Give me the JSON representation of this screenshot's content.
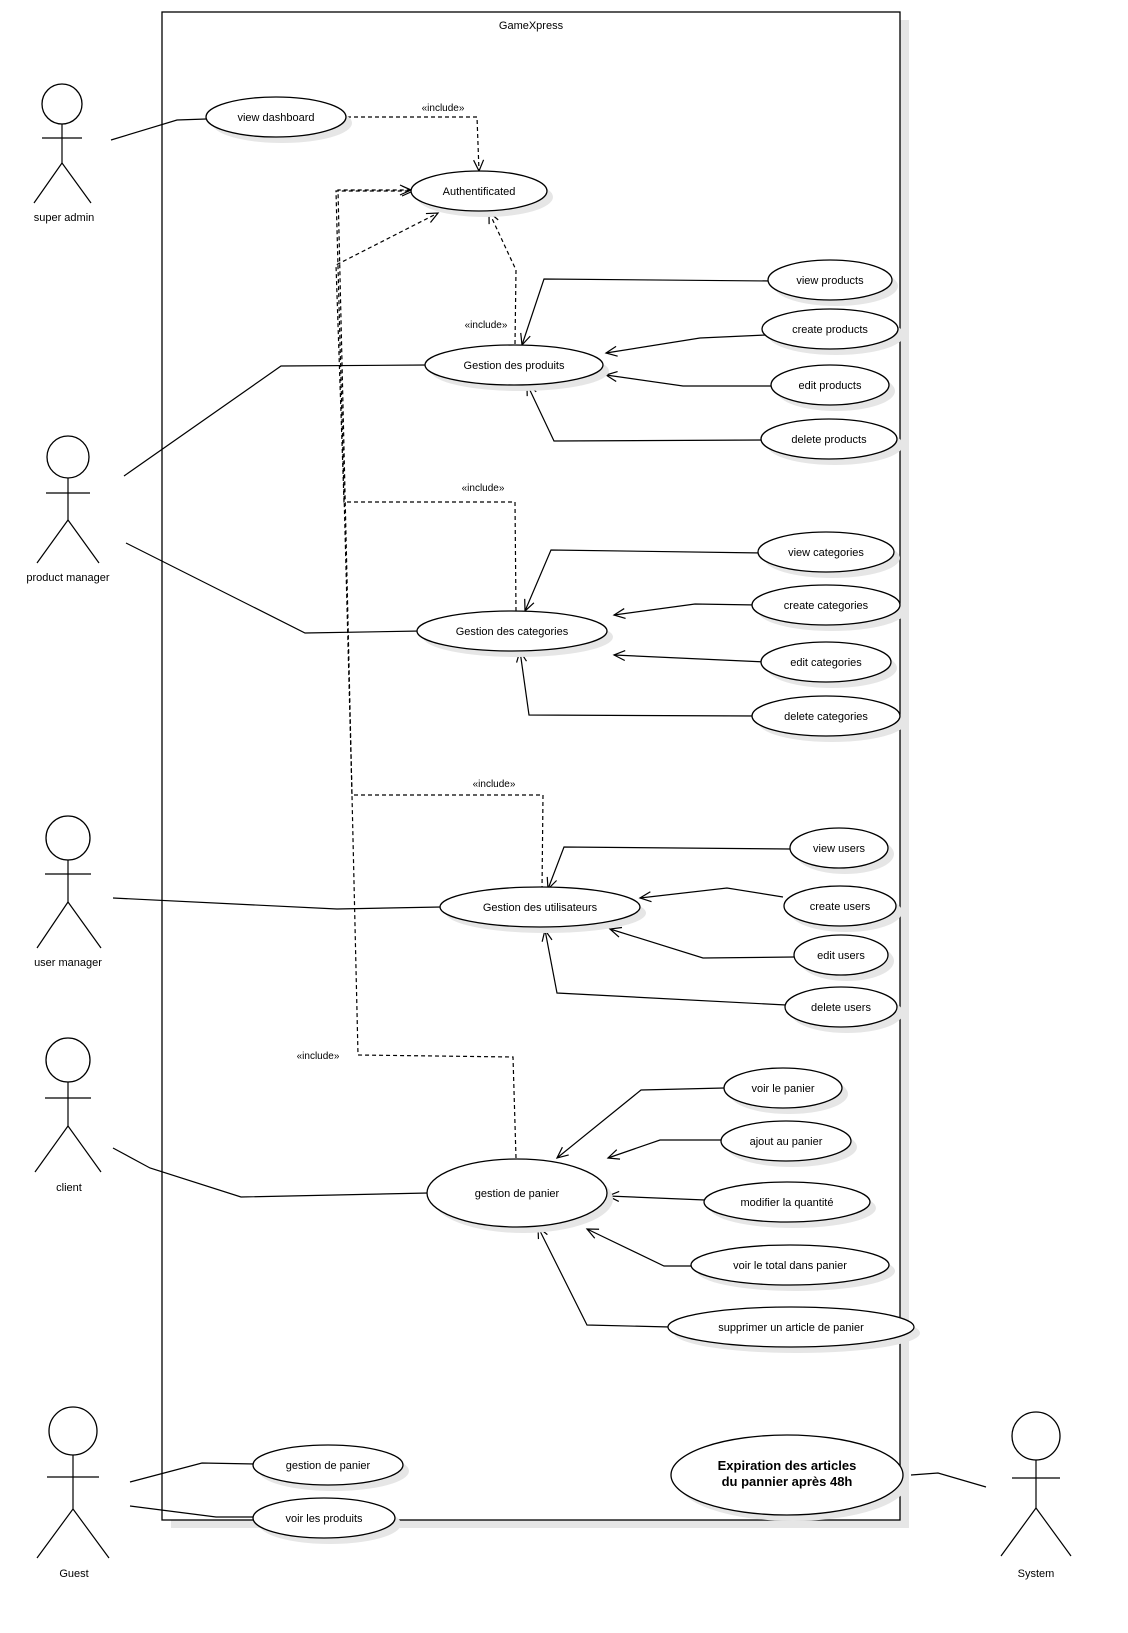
{
  "system": {
    "title": "GameXpress"
  },
  "actors": {
    "super_admin": "super admin",
    "product_manager": "product manager",
    "user_manager": "user manager",
    "client": "client",
    "guest": "Guest",
    "system": "System"
  },
  "stereotype": "«include»",
  "use_cases": {
    "view_dashboard": "view dashboard",
    "authentificated": "Authentificated",
    "gestion_produits": "Gestion des produits",
    "view_products": "view products",
    "create_products": "create products",
    "edit_products": "edit products",
    "delete_products": "delete products",
    "gestion_categories": "Gestion des categories",
    "view_categories": "view categories",
    "create_categories": "create categories",
    "edit_categories": "edit categories",
    "delete_categories": "delete categories",
    "gestion_utilisateurs": "Gestion des utilisateurs",
    "view_users": "view users",
    "create_users": "create users",
    "edit_users": "edit users",
    "delete_users": "delete users",
    "gestion_panier": "gestion de panier",
    "voir_panier": "voir le panier",
    "ajout_panier": "ajout au panier",
    "modifier_quantite": "modifier la quantité",
    "voir_total": "voir le total dans panier",
    "supprimer_article": "supprimer un article de panier",
    "guest_gestion_panier": "gestion de panier",
    "voir_produits": "voir les produits",
    "expiration_line1": "Expiration des articles",
    "expiration_line2": "du pannier après 48h"
  }
}
